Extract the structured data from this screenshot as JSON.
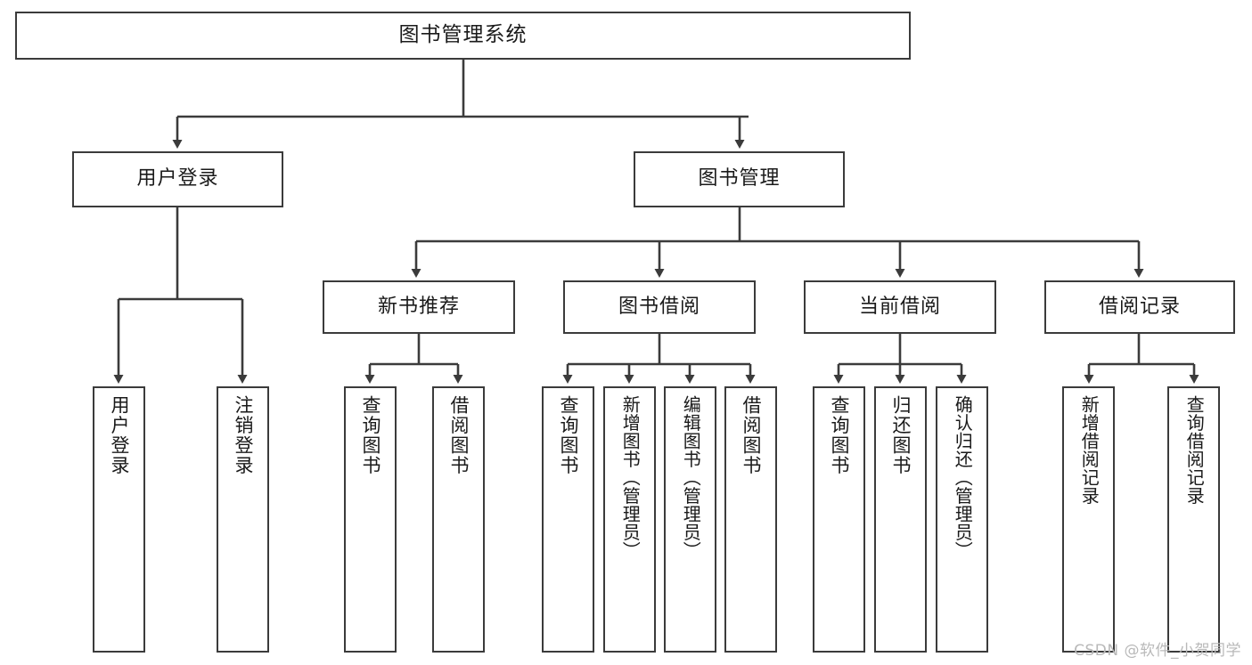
{
  "diagram": {
    "title": "图书管理系统",
    "type": "tree",
    "orientation": "top-down",
    "watermark": "CSDN @软件_小贺同学",
    "colors": {
      "stroke": "#3b3b3b",
      "fill": "#ffffff",
      "text": "#1a1a1a",
      "watermark": "#b9b9b9"
    },
    "nodes": {
      "root": {
        "label": "图书管理系统"
      },
      "level2": [
        {
          "id": "user-login",
          "label": "用户登录"
        },
        {
          "id": "book-manage",
          "label": "图书管理"
        }
      ],
      "level3": [
        {
          "id": "new-book-rec",
          "label": "新书推荐"
        },
        {
          "id": "book-borrow",
          "label": "图书借阅"
        },
        {
          "id": "current-borrow",
          "label": "当前借阅"
        },
        {
          "id": "borrow-record",
          "label": "借阅记录"
        }
      ],
      "leaves": {
        "user-login": [
          {
            "id": "leaf-user-login",
            "label": "用户登录"
          },
          {
            "id": "leaf-logout",
            "label": "注销登录"
          }
        ],
        "new-book-rec": [
          {
            "id": "leaf-query-book-1",
            "label": "查询图书"
          },
          {
            "id": "leaf-borrow-book-1",
            "label": "借阅图书"
          }
        ],
        "book-borrow": [
          {
            "id": "leaf-query-book-2",
            "label": "查询图书"
          },
          {
            "id": "leaf-add-book",
            "label": "新增图书（管理员）"
          },
          {
            "id": "leaf-edit-book",
            "label": "编辑图书（管理员）"
          },
          {
            "id": "leaf-borrow-book-2",
            "label": "借阅图书"
          }
        ],
        "current-borrow": [
          {
            "id": "leaf-query-book-3",
            "label": "查询图书"
          },
          {
            "id": "leaf-return-book",
            "label": "归还图书"
          },
          {
            "id": "leaf-confirm-return",
            "label": "确认归还（管理员）"
          }
        ],
        "borrow-record": [
          {
            "id": "leaf-add-record",
            "label": "新增借阅记录"
          },
          {
            "id": "leaf-query-record",
            "label": "查询借阅记录"
          }
        ]
      }
    }
  }
}
